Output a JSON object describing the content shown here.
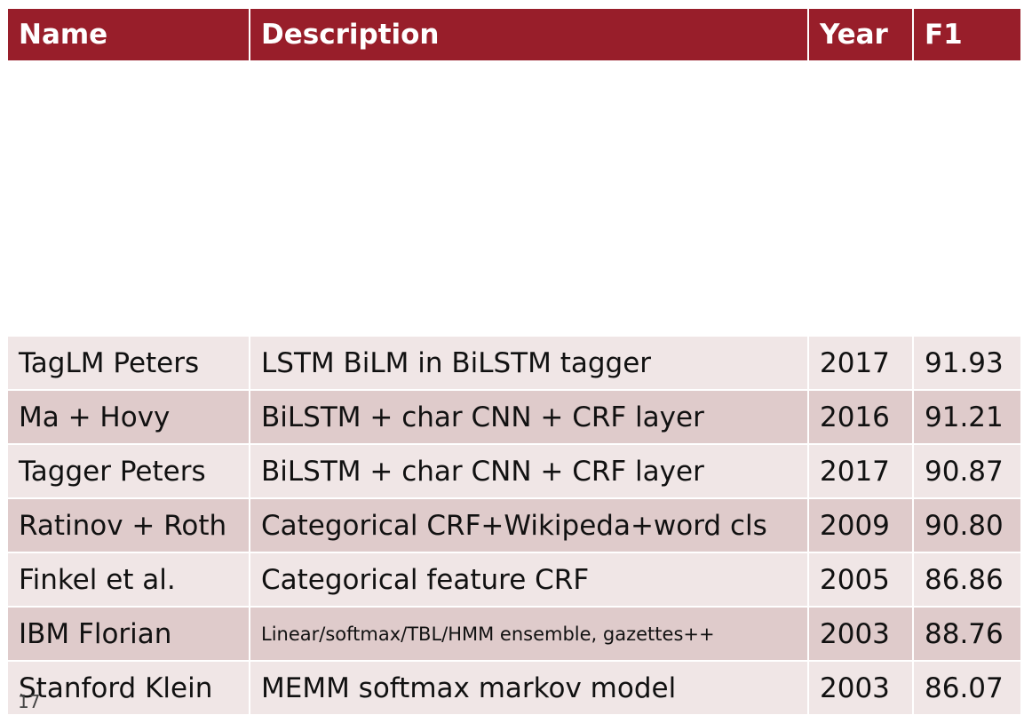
{
  "table": {
    "headers": {
      "name": "Name",
      "description": "Description",
      "year": "Year",
      "f1": "F1"
    },
    "rows": [
      {
        "name": "TagLM Peters",
        "description": "LSTM BiLM in BiLSTM tagger",
        "year": "2017",
        "f1": "91.93"
      },
      {
        "name": "Ma + Hovy",
        "description": "BiLSTM + char CNN + CRF layer",
        "year": "2016",
        "f1": "91.21"
      },
      {
        "name": "Tagger Peters",
        "description": "BiLSTM + char CNN + CRF layer",
        "year": "2017",
        "f1": "90.87"
      },
      {
        "name": "Ratinov + Roth",
        "description": "Categorical CRF+Wikipeda+word cls",
        "year": "2009",
        "f1": "90.80"
      },
      {
        "name": "Finkel et al.",
        "description": "Categorical feature CRF",
        "year": "2005",
        "f1": "86.86"
      },
      {
        "name": "IBM Florian",
        "description": "Linear/softmax/TBL/HMM ensemble, gazettes++",
        "year": "2003",
        "f1": "88.76"
      },
      {
        "name": "Stanford Klein",
        "description": "MEMM softmax markov model",
        "year": "2003",
        "f1": "86.07"
      }
    ]
  },
  "slide_number": "17",
  "colors": {
    "header_bg": "#981e2a",
    "header_text": "#ffffff",
    "row_light": "#f0e6e6",
    "row_dark": "#dfcbcb"
  }
}
